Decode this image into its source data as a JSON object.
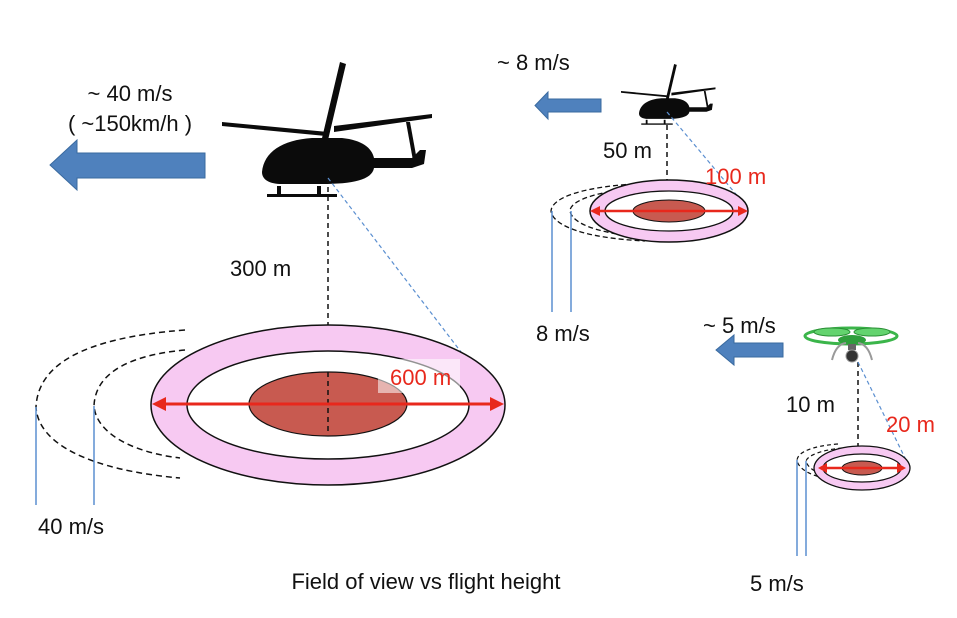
{
  "caption": "Field of view vs flight height",
  "colors": {
    "ring": "#f7c9f2",
    "core": "#c85a50",
    "arrow": "#4f81bd",
    "measure": "#e8281c",
    "aircraft": "#0b0b0b",
    "drone": "#3bb54a"
  },
  "scenarios": {
    "large_helicopter": {
      "speed_label": "~ 40 m/s",
      "speed_label_kmh": "( ~150km/h )",
      "height_label": "300 m",
      "width_label": "600 m",
      "ground_speed_label": "40 m/s",
      "icon": "helicopter-icon"
    },
    "small_helicopter": {
      "speed_label": "~ 8 m/s",
      "height_label": "50 m",
      "width_label": "100 m",
      "ground_speed_label": "8 m/s",
      "icon": "helicopter-icon"
    },
    "drone": {
      "speed_label": "~ 5 m/s",
      "height_label": "10 m",
      "width_label": "20 m",
      "ground_speed_label": "5 m/s",
      "icon": "drone-icon"
    }
  }
}
